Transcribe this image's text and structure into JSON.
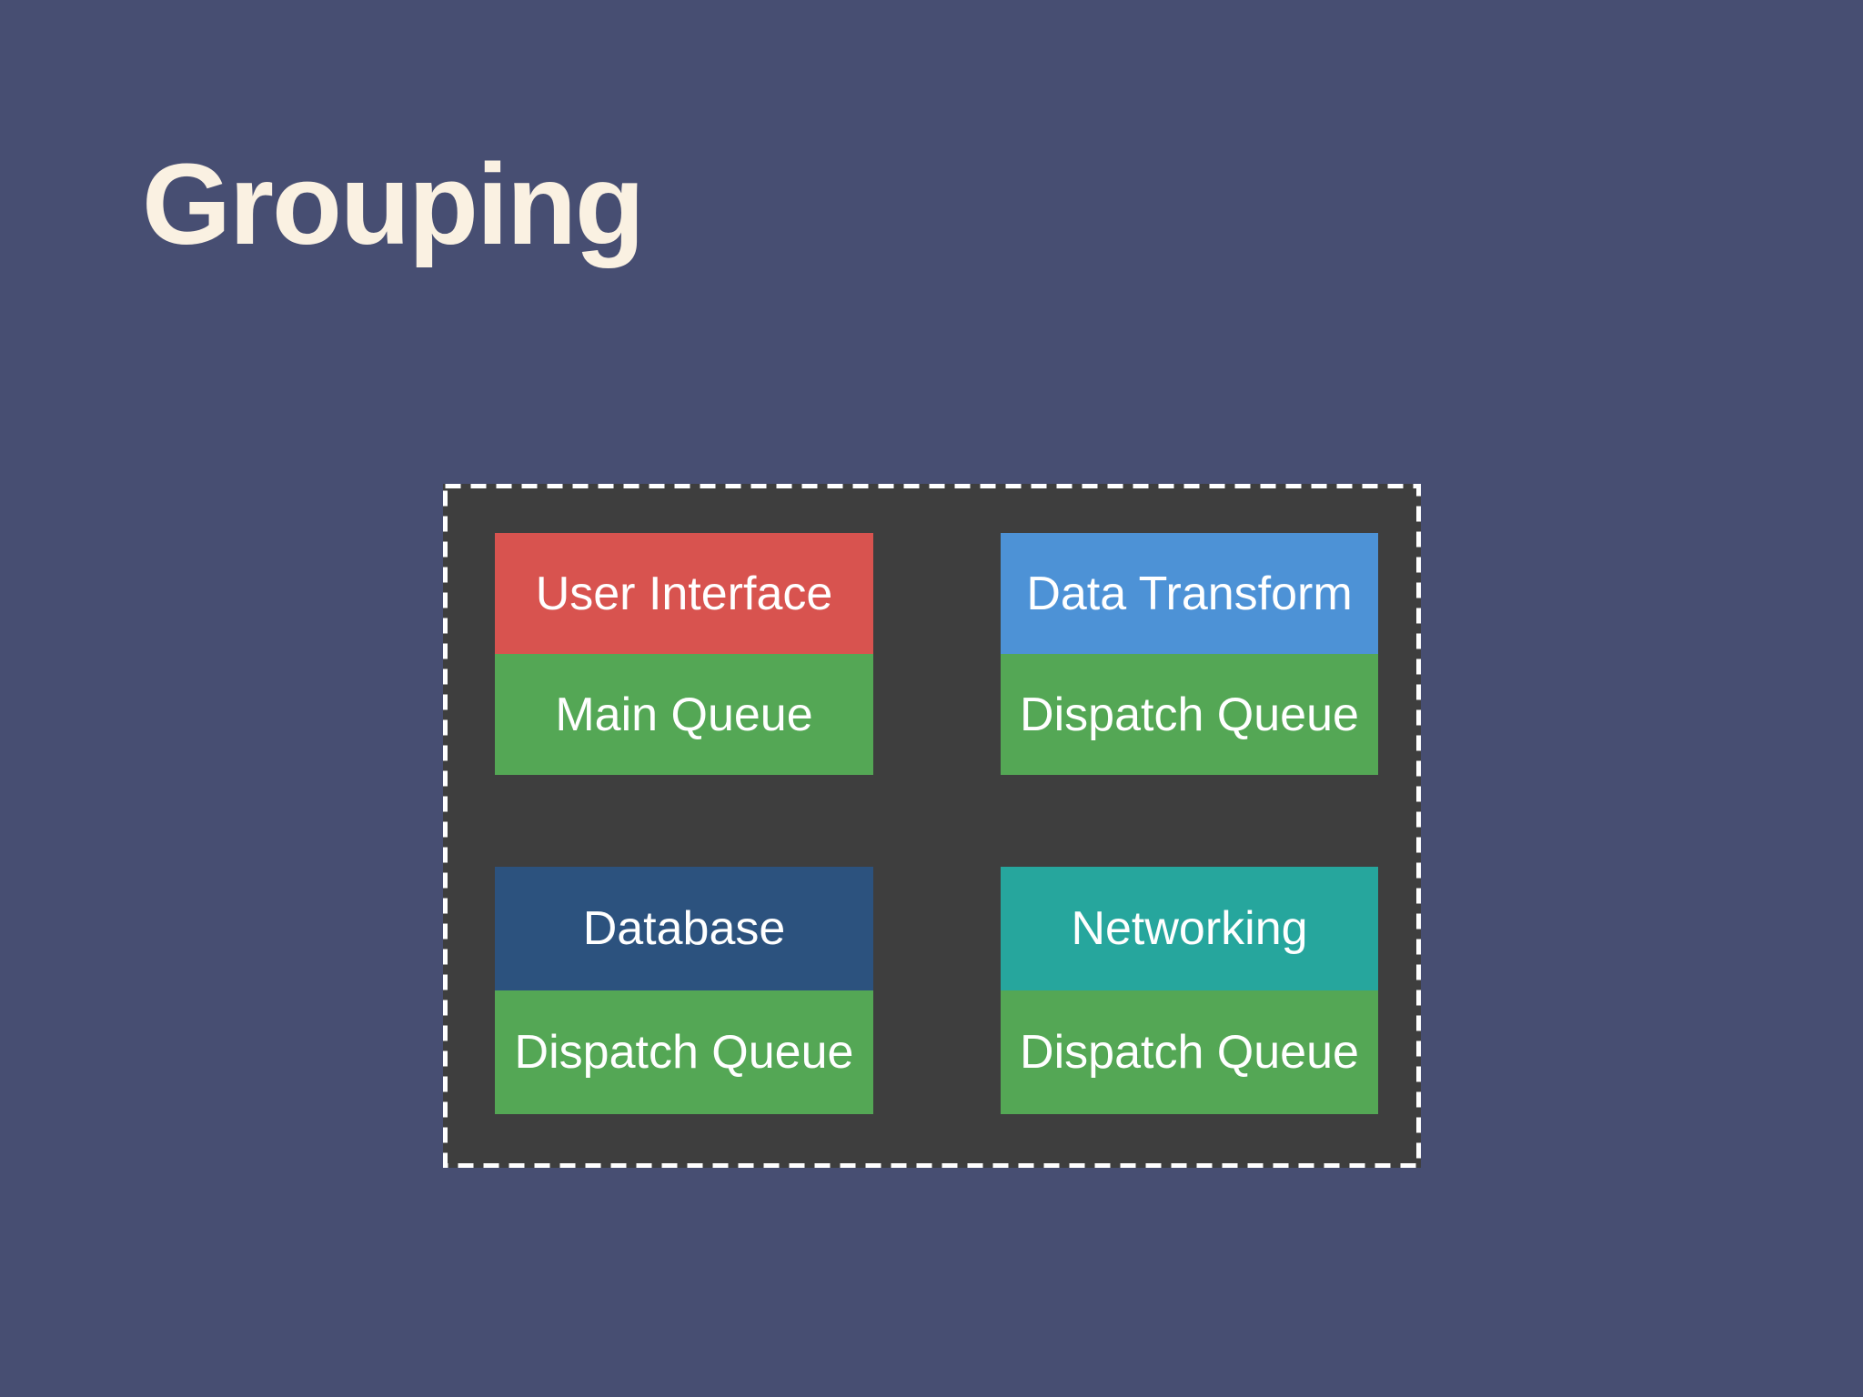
{
  "slide": {
    "title": "Grouping",
    "background_color": "#474E72",
    "title_color": "#FAF1E2"
  },
  "diagram": {
    "container_color": "#3E3E3E",
    "border_color": "#FFFFFF",
    "border_style": "dashed",
    "box_text_color": "#FFFFFF",
    "queue_color": "#54A755",
    "groups": [
      {
        "component": "User Interface",
        "component_color": "#D8534F",
        "queue": "Main Queue"
      },
      {
        "component": "Data Transform",
        "component_color": "#4D92D6",
        "queue": "Dispatch Queue"
      },
      {
        "component": "Database",
        "component_color": "#2C527E",
        "queue": "Dispatch Queue"
      },
      {
        "component": "Networking",
        "component_color": "#26A69D",
        "queue": "Dispatch Queue"
      }
    ]
  }
}
